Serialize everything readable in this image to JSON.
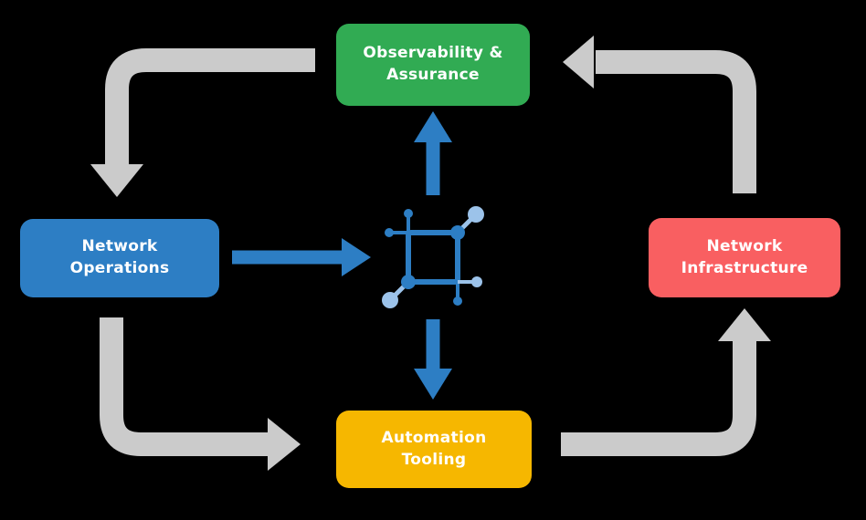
{
  "diagram": {
    "title": "",
    "nodes": [
      {
        "id": "observability-assurance",
        "lines": [
          "Observability &",
          "Assurance"
        ],
        "color": "#31AB53"
      },
      {
        "id": "network-operations",
        "lines": [
          "Network",
          "Operations"
        ],
        "color": "#2D7EC4"
      },
      {
        "id": "network-infrastructure",
        "lines": [
          "Network",
          "Infrastructure"
        ],
        "color": "#F95F61"
      },
      {
        "id": "automation-tooling",
        "lines": [
          "Automation",
          "Tooling"
        ],
        "color": "#F6B700"
      }
    ],
    "center_icon": "network-node-icon",
    "colors": {
      "gray_arrow": "#CBCBCB",
      "blue_arrow": "#2D7EC4",
      "icon_dark": "#2D7EC4",
      "icon_light": "#9CC3EA",
      "node_text": "#FFFFFF",
      "background": "#000000"
    },
    "flows": [
      {
        "from": "observability-assurance",
        "to": "network-operations",
        "style": "gray"
      },
      {
        "from": "network-operations",
        "to": "automation-tooling",
        "style": "gray"
      },
      {
        "from": "automation-tooling",
        "to": "network-infrastructure",
        "style": "gray"
      },
      {
        "from": "network-infrastructure",
        "to": "observability-assurance",
        "style": "gray"
      },
      {
        "from": "network-operations",
        "to": "center-icon",
        "style": "blue"
      },
      {
        "from": "center-icon",
        "to": "observability-assurance",
        "style": "blue"
      },
      {
        "from": "center-icon",
        "to": "automation-tooling",
        "style": "blue"
      }
    ]
  }
}
